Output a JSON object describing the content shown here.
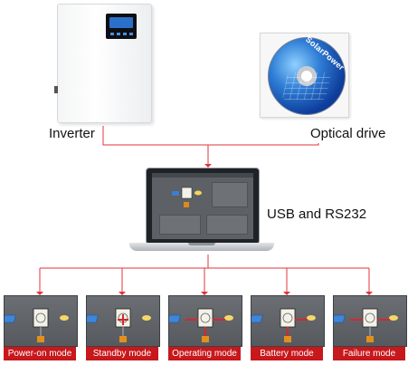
{
  "labels": {
    "inverter": "Inverter",
    "optical_drive": "Optical drive",
    "connection": "USB and RS232"
  },
  "cd": {
    "brand": "SolarPower"
  },
  "modes": [
    {
      "label": "Power-on mode",
      "path": "none"
    },
    {
      "label": "Standby mode",
      "path": "standby"
    },
    {
      "label": "Operating mode",
      "path": "operating"
    },
    {
      "label": "Battery mode",
      "path": "battery"
    },
    {
      "label": "Failure mode",
      "path": "failure"
    }
  ],
  "colors": {
    "connector": "#e0353b",
    "label_bg": "#c7181c",
    "label_text": "#ffffff",
    "flow_arrow": "#d8262b"
  }
}
